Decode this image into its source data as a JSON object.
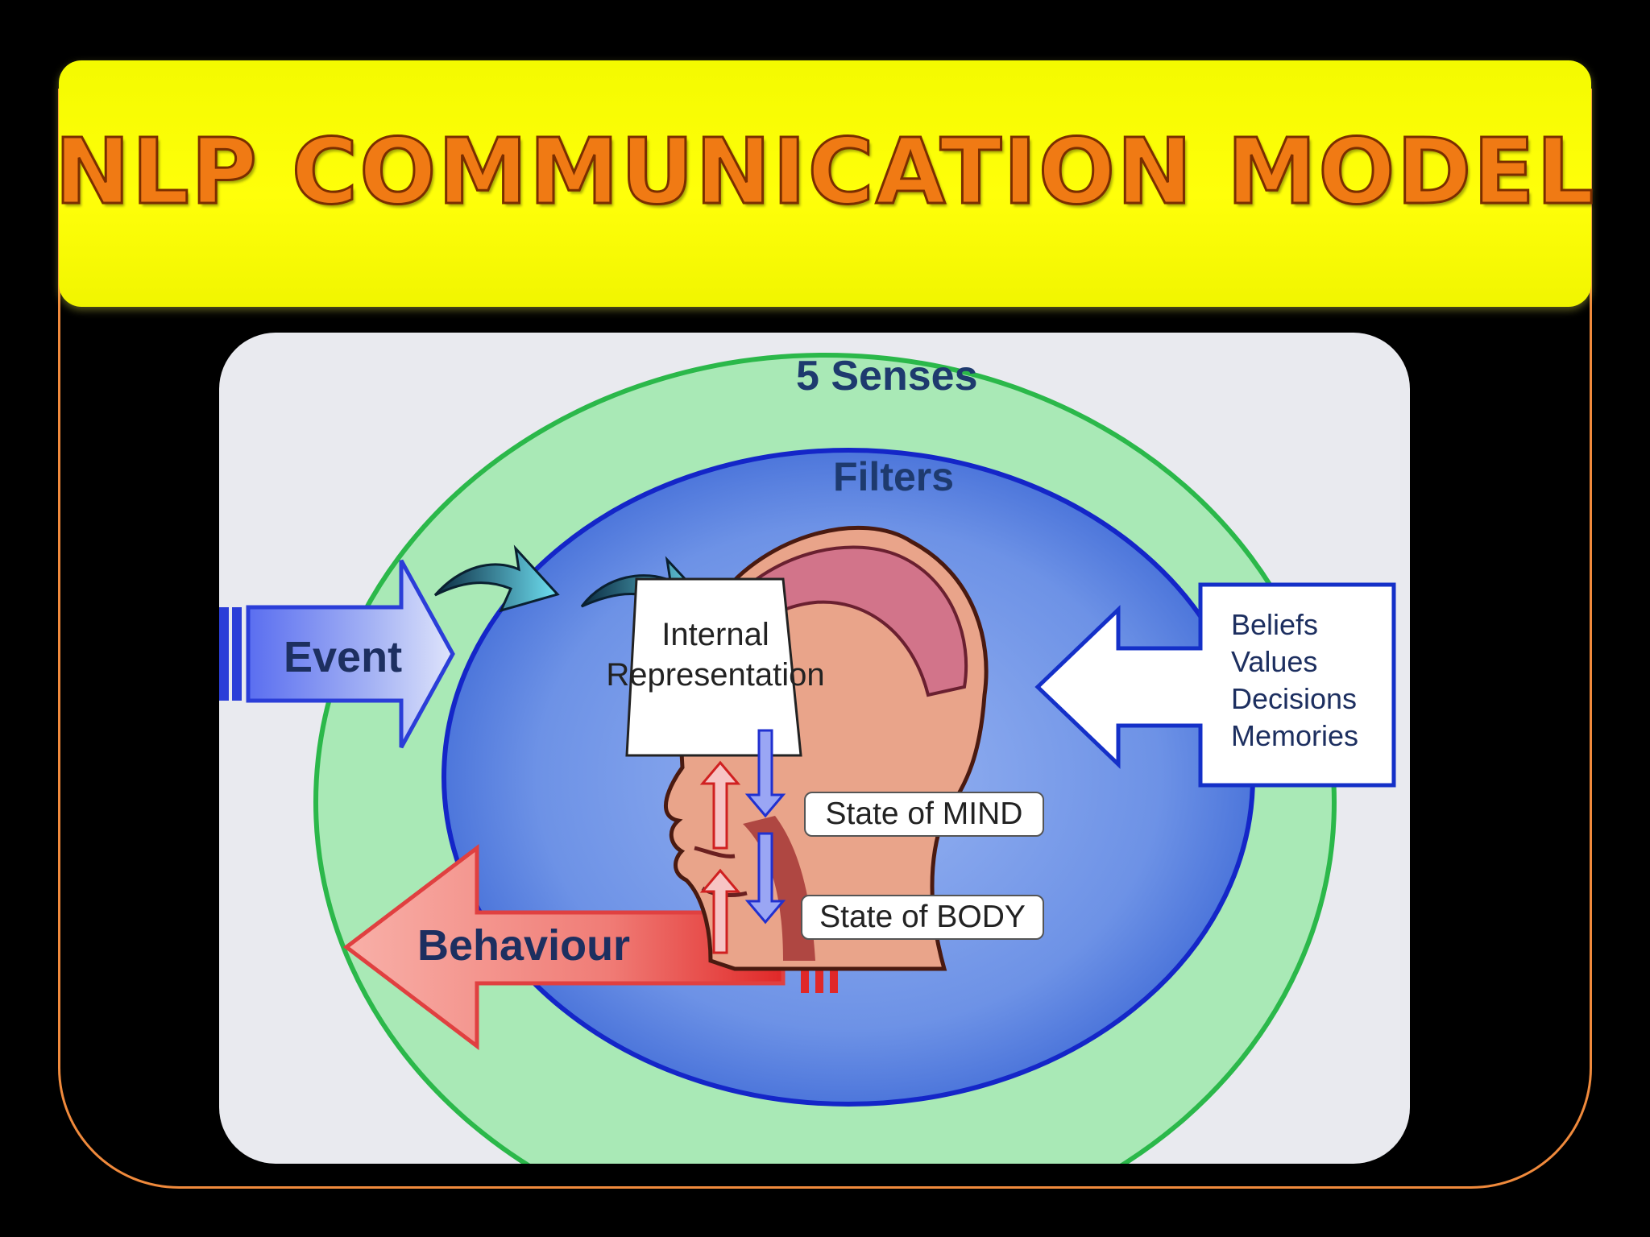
{
  "title": "NLP COMMUNICATION MODEL",
  "diagram": {
    "outer_ring_label": "5 Senses",
    "inner_ring_label": "Filters",
    "input_arrow_label": "Event",
    "output_arrow_label": "Behaviour",
    "center_box_lines": [
      "Internal",
      "Representation"
    ],
    "state_mind_label": "State of MIND",
    "state_body_label": "State of BODY",
    "filters": [
      "Beliefs",
      "Values",
      "Decisions",
      "Memories"
    ]
  },
  "colors": {
    "background": "#000000",
    "banner": "#ffff00",
    "title_text": "#f07a14",
    "frame": "#f08a3c",
    "outer_ring": "#a8e8b4",
    "inner_ring": "#5a86e0",
    "event_arrow": "#7d8ff0",
    "behaviour_arrow": "#f07070"
  }
}
